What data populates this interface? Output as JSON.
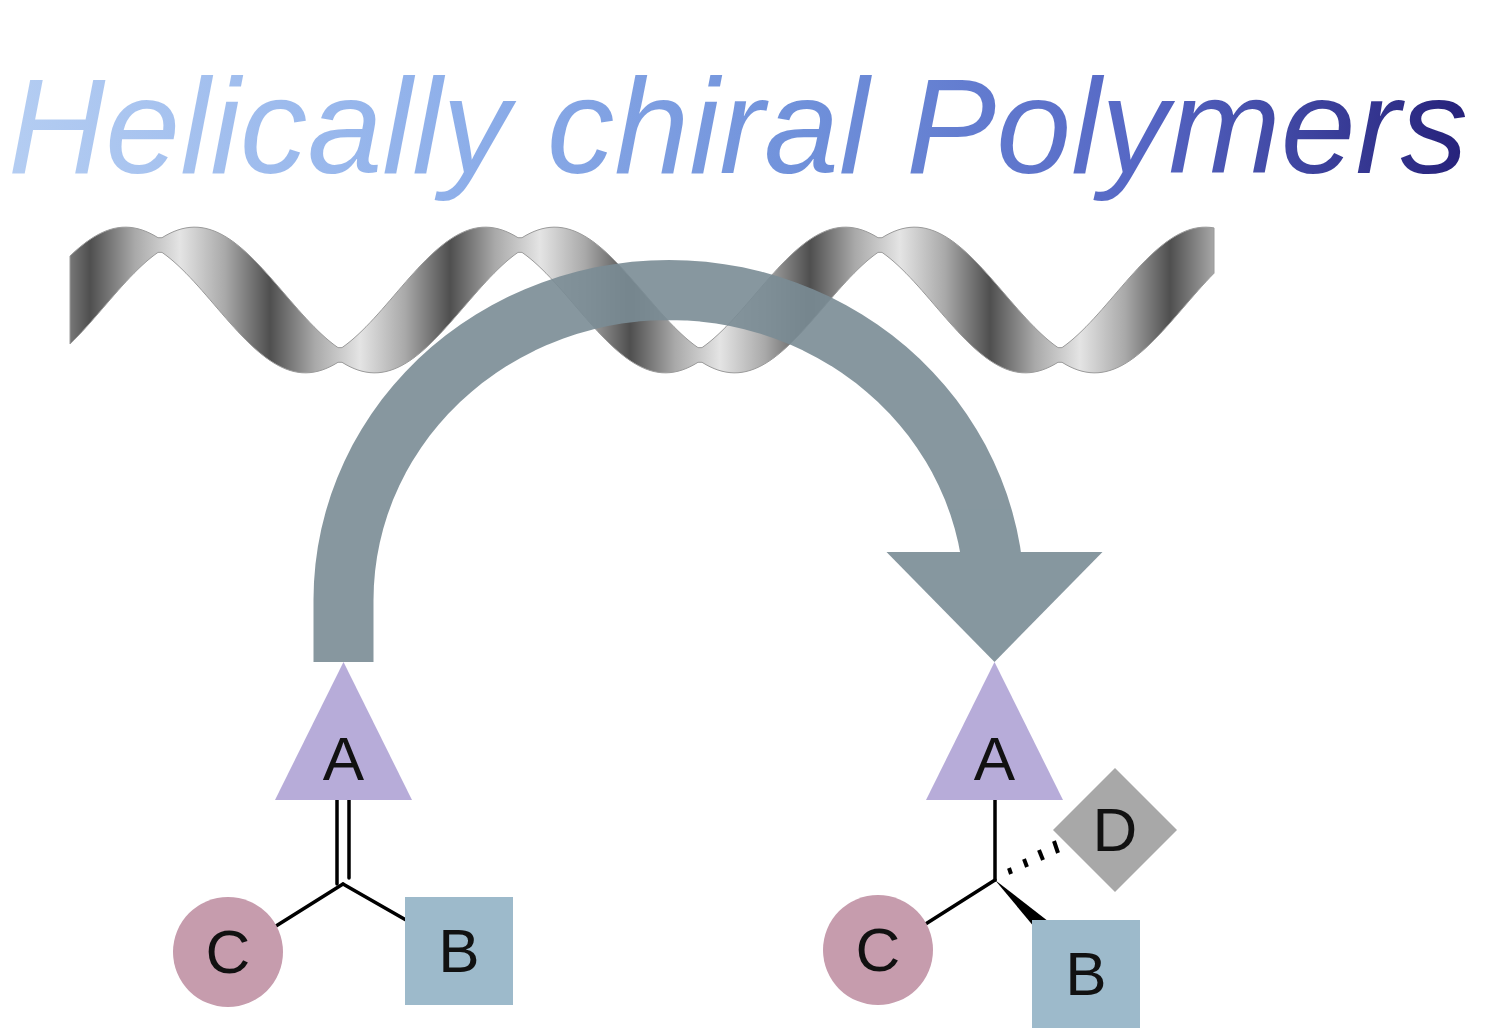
{
  "diagram": {
    "title": "Helically chiral Polymers",
    "nodes": [
      {
        "text": [
          "A"
        ]
      },
      {
        "text": [
          "C"
        ]
      },
      {
        "text": [
          "B"
        ]
      },
      {
        "text": [
          "A"
        ]
      },
      {
        "text": [
          "D"
        ]
      },
      {
        "text": [
          "C"
        ]
      },
      {
        "text": [
          "B"
        ]
      }
    ],
    "edges": [
      {
        "from": 0,
        "to": 3,
        "arrow": "to"
      }
    ]
  }
}
